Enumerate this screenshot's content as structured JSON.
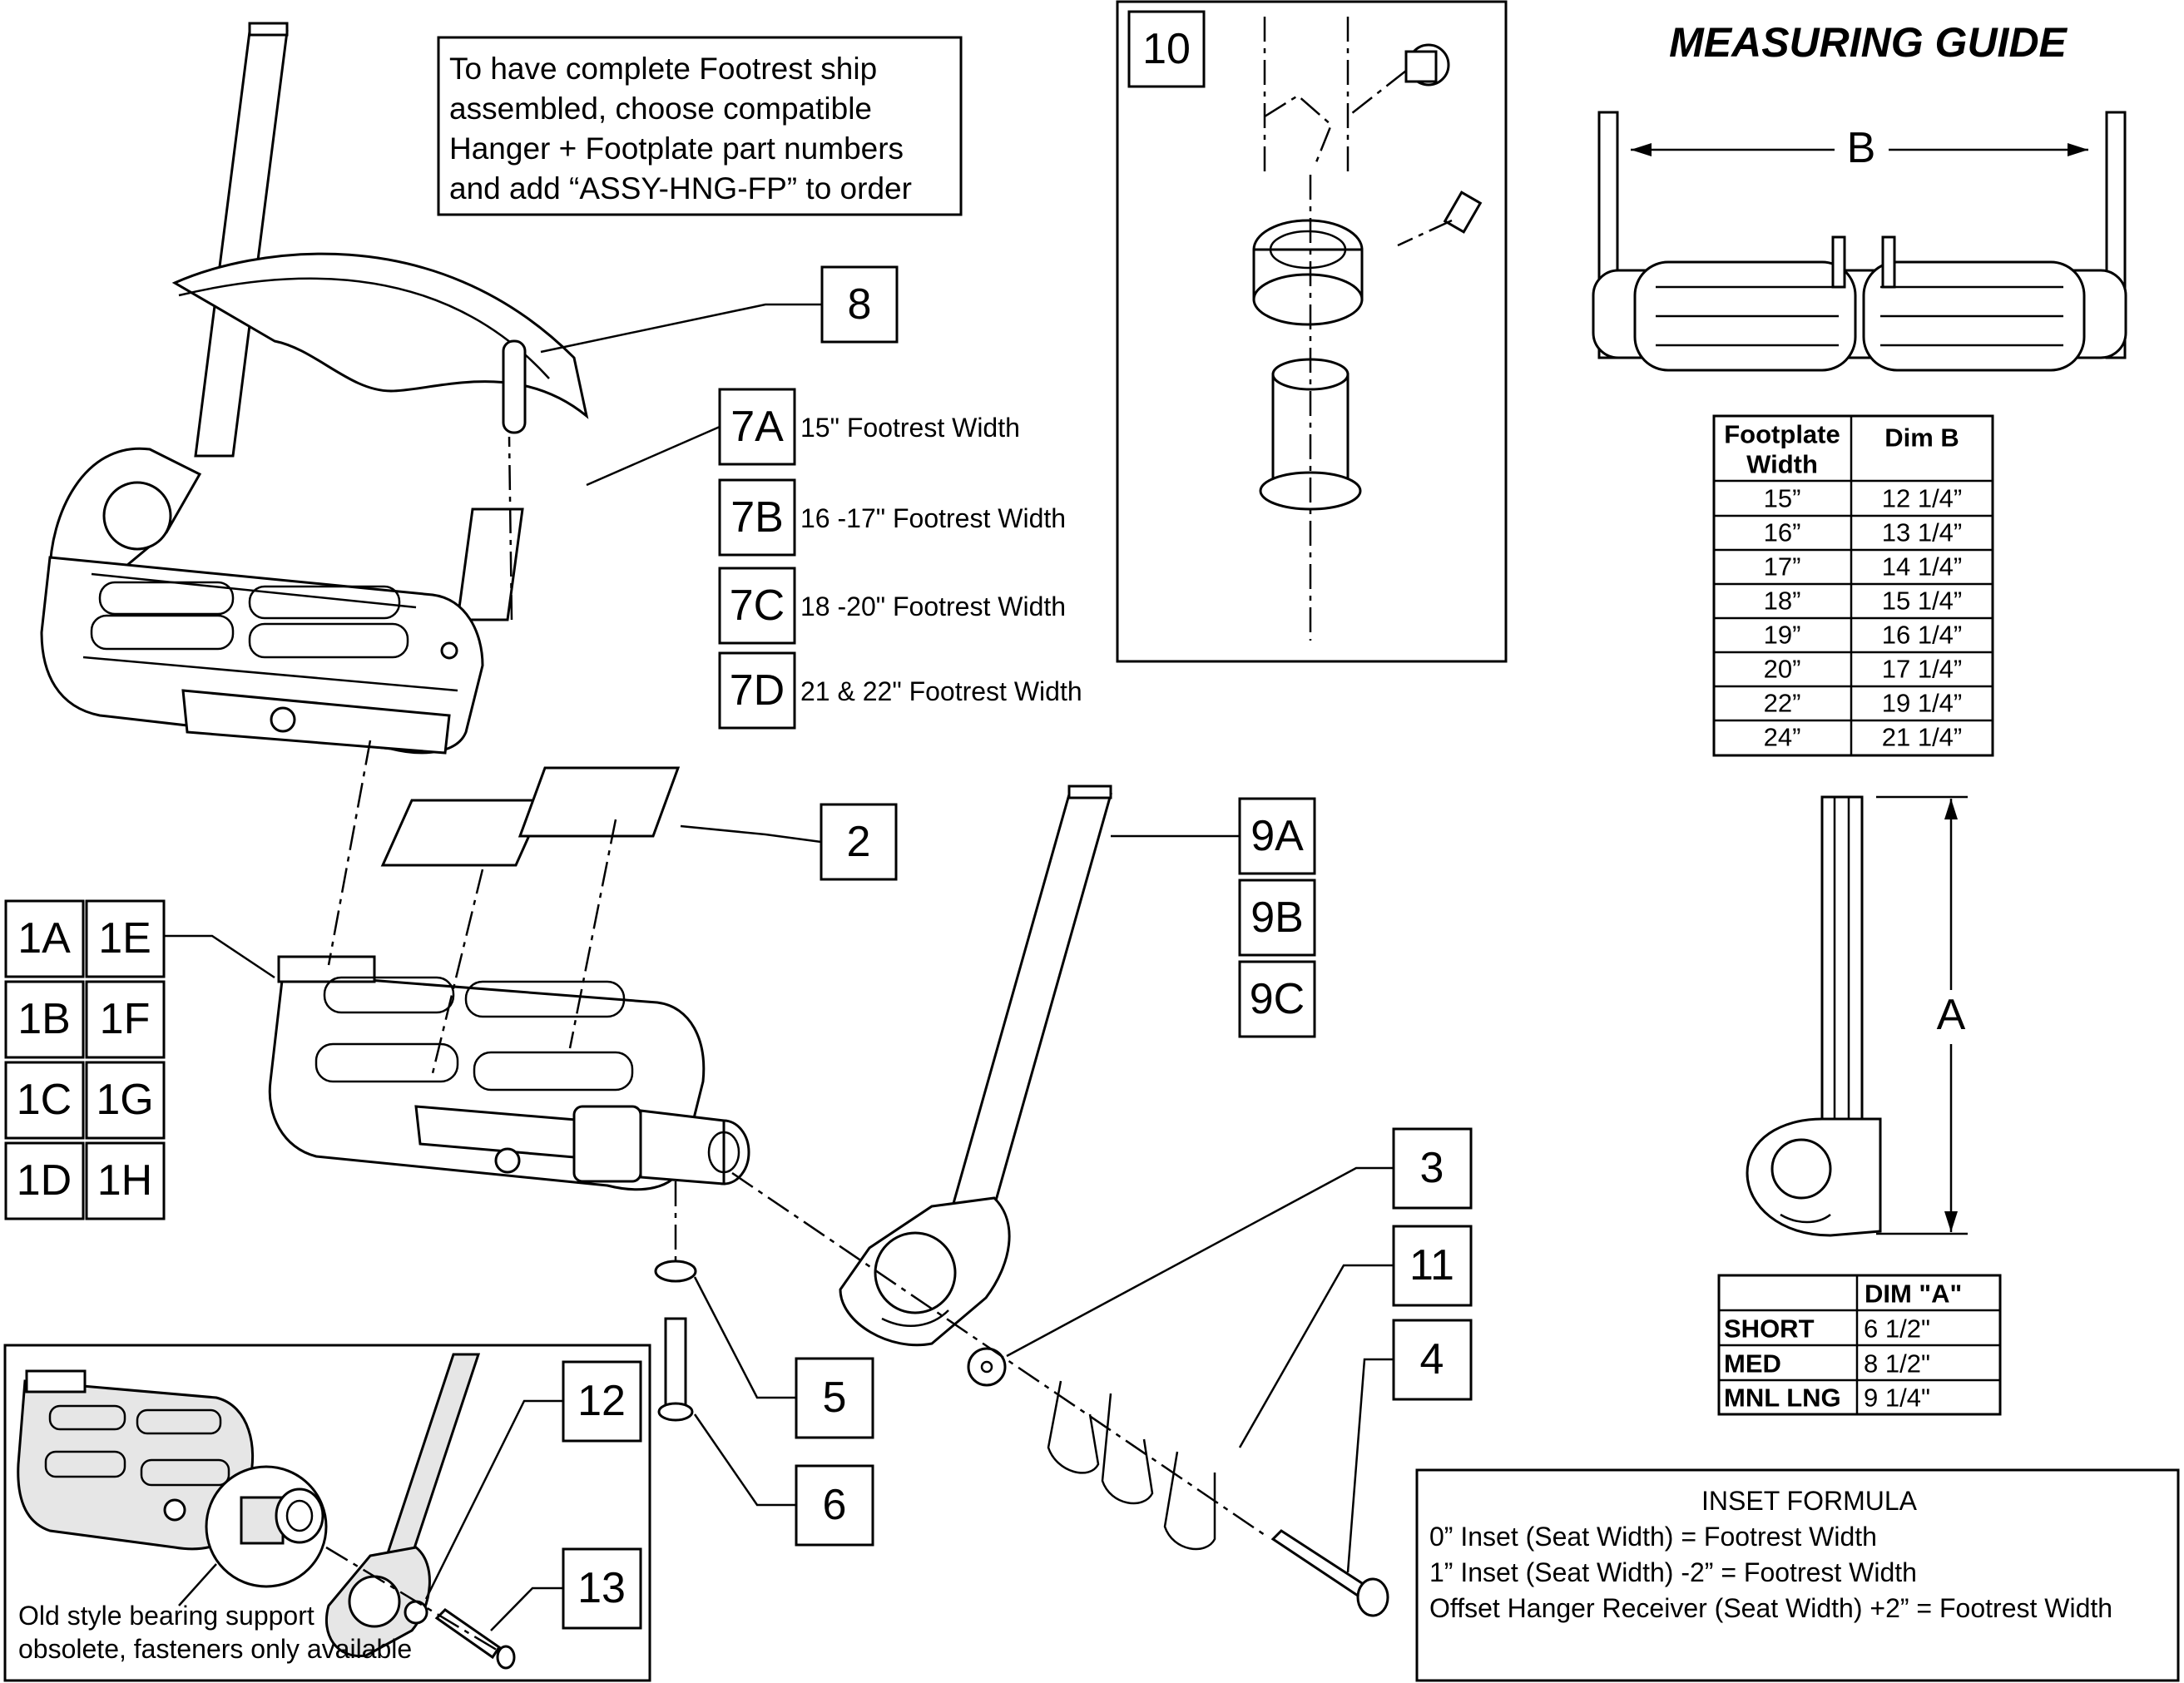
{
  "note_top": [
    "To have complete Footrest ship",
    "assembled, choose compatible",
    "Hanger + Footplate part numbers",
    "and add “ASSY-HNG-FP” to order"
  ],
  "measuring_guide": {
    "title": "MEASURING GUIDE",
    "dim_b_label": "B",
    "dim_a_label": "A",
    "table_b": {
      "headers": [
        "Footplate Width",
        "Dim B"
      ],
      "header_lines": [
        "Footplate",
        "Width"
      ],
      "rows": [
        [
          "15”",
          "12 1/4”"
        ],
        [
          "16”",
          "13 1/4”"
        ],
        [
          "17”",
          "14 1/4”"
        ],
        [
          "18”",
          "15 1/4”"
        ],
        [
          "19”",
          "16 1/4”"
        ],
        [
          "20”",
          "17 1/4”"
        ],
        [
          "22”",
          "19 1/4”"
        ],
        [
          "24”",
          "21 1/4”"
        ]
      ]
    },
    "table_a": {
      "header": "DIM \"A\"",
      "rows": [
        [
          "SHORT",
          "6 1/2\""
        ],
        [
          "MED",
          "8 1/2\""
        ],
        [
          "MNL LNG",
          "9 1/4\""
        ]
      ]
    }
  },
  "callouts": {
    "c1A": "1A",
    "c1B": "1B",
    "c1C": "1C",
    "c1D": "1D",
    "c1E": "1E",
    "c1F": "1F",
    "c1G": "1G",
    "c1H": "1H",
    "c2": "2",
    "c3": "3",
    "c4": "4",
    "c5": "5",
    "c6": "6",
    "c7A": "7A",
    "c7B": "7B",
    "c7C": "7C",
    "c7D": "7D",
    "c8": "8",
    "c9A": "9A",
    "c9B": "9B",
    "c9C": "9C",
    "c10": "10",
    "c11": "11",
    "c12": "12",
    "c13": "13"
  },
  "strap_widths": {
    "w7A": "15\" Footrest Width",
    "w7B": "16 -17\" Footrest Width",
    "w7C": "18 -20\" Footrest Width",
    "w7D": "21 & 22\" Footrest Width"
  },
  "old_style_note": [
    "Old style bearing support",
    "obsolete, fasteners only available"
  ],
  "inset_formula": {
    "title": "INSET FORMULA",
    "lines": [
      "0” Inset (Seat Width) = Footrest Width",
      "1” Inset (Seat Width) -2” = Footrest Width",
      "Offset Hanger Receiver (Seat Width) +2” = Footrest Width"
    ]
  }
}
